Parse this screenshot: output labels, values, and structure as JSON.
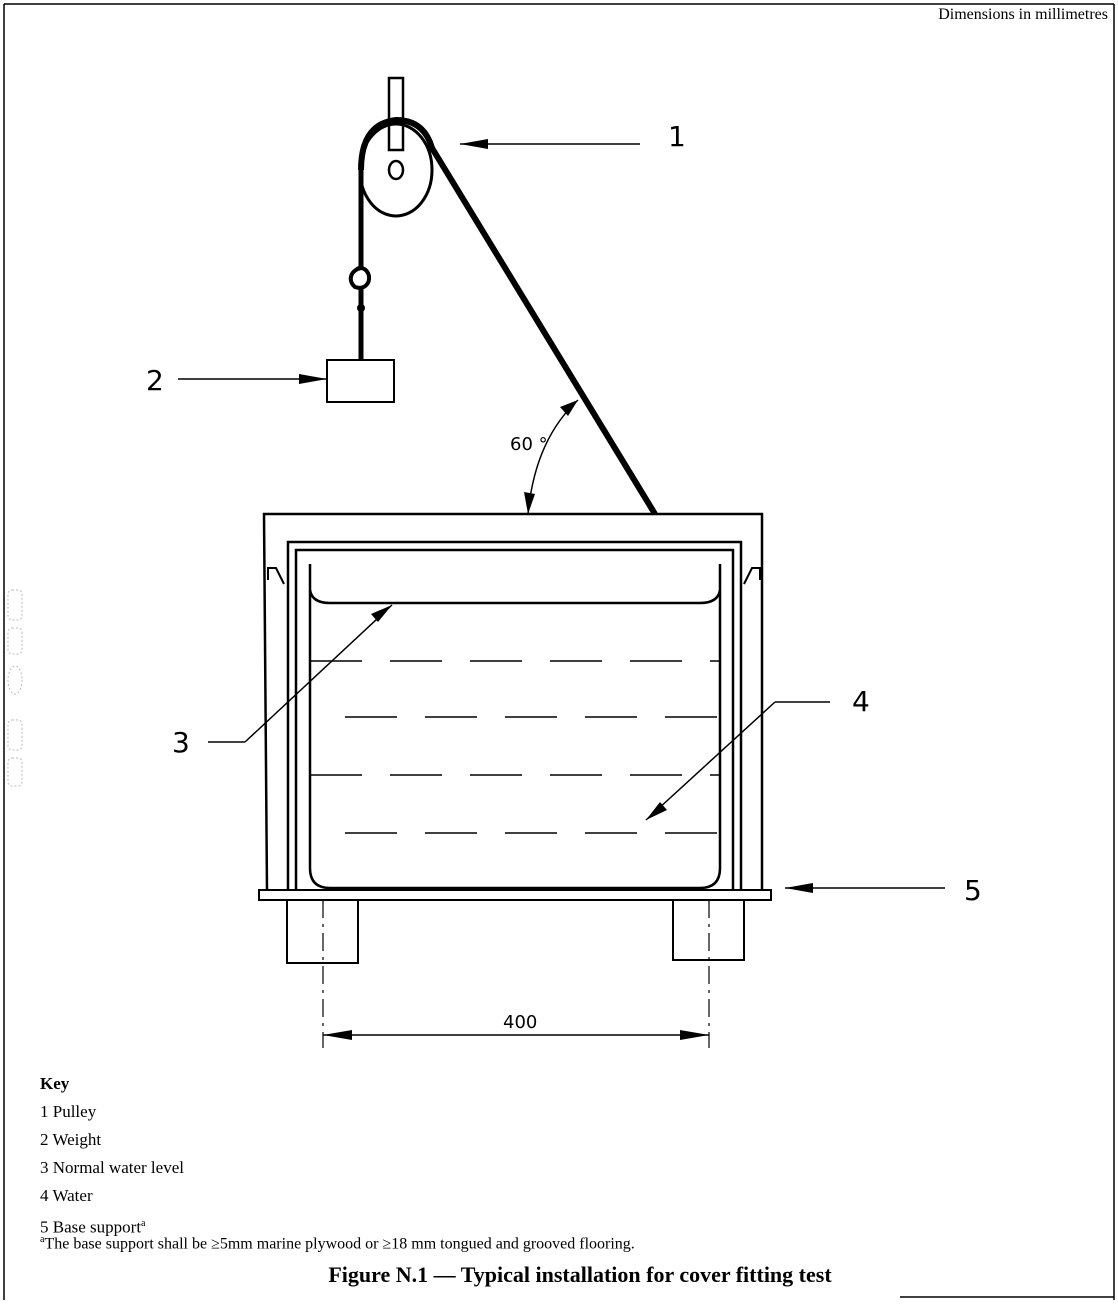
{
  "header": {
    "dimensions_note": "Dimensions in millimetres"
  },
  "callouts": {
    "c1": "1",
    "c2": "2",
    "c3": "3",
    "c4": "4",
    "c5": "5"
  },
  "angle_label": "60 °",
  "dimension_label": "400",
  "key": {
    "title": "Key",
    "items": [
      {
        "text": "1 Pulley"
      },
      {
        "text": "2 Weight"
      },
      {
        "text": "3 Normal water level"
      },
      {
        "text": "4 Water"
      },
      {
        "text": "5 Base support",
        "marker": "a"
      }
    ]
  },
  "footnote": {
    "marker": "a",
    "text": "The base support shall be ≥5mm marine plywood or ≥18 mm tongued and grooved flooring."
  },
  "caption": "Figure N.1 — Typical installation for cover fitting test"
}
